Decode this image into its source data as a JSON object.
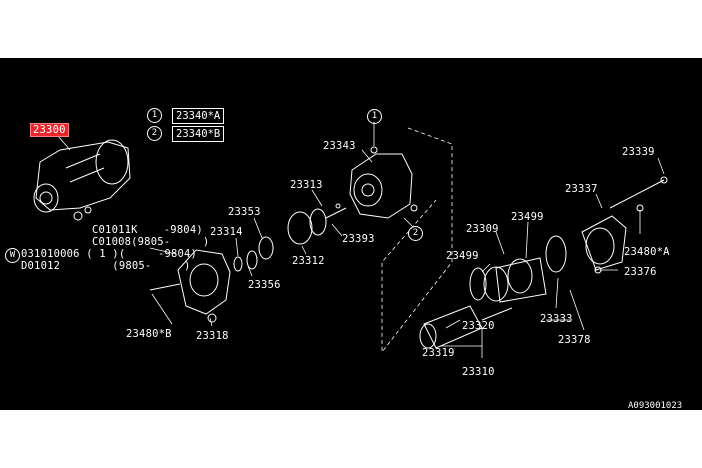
{
  "legend": [
    {
      "num": "1",
      "code": "23340*A"
    },
    {
      "num": "2",
      "code": "23340*B"
    }
  ],
  "labels": {
    "p23300": "23300",
    "p23343": "23343",
    "p23339": "23339",
    "p23313": "23313",
    "p23337": "23337",
    "p23353": "23353",
    "p23499a": "23499",
    "p23309": "23309",
    "p23314": "23314",
    "p23393": "23393",
    "p23480a": "23480*A",
    "p23312": "23312",
    "p23499b": "23499",
    "p23376": "23376",
    "p23356": "23356",
    "p23480b": "23480*B",
    "p23318": "23318",
    "p23320": "23320",
    "p23333": "23333",
    "p23319": "23319",
    "p23378": "23378",
    "p23310": "23310"
  },
  "callout_circle_1": "1",
  "callout_circle_2": "2",
  "callout_circle_w": "W",
  "notes": {
    "line1": "C01011K    -9804)",
    "line2": "C01008(9805-     )",
    "line3": "031010006 ( 1 )(     -9804)",
    "line4": "D01012        (9805-     )"
  },
  "colors": {
    "background": "#000000",
    "highlight": "#e8262c",
    "ink": "#ffffff"
  },
  "watermark": "A093001023"
}
